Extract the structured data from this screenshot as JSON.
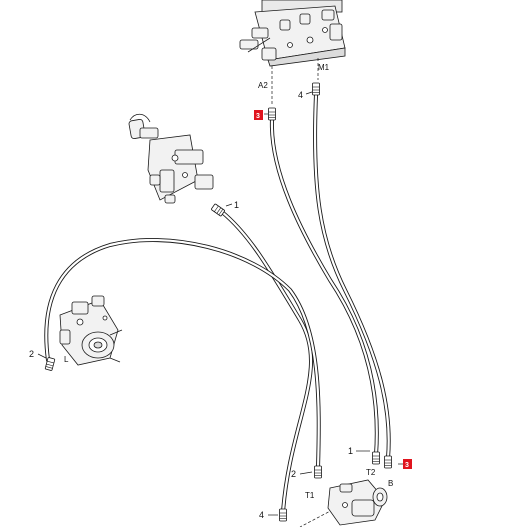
{
  "diagram": {
    "port_labels": {
      "a2": "A2",
      "m1": "M1",
      "l": "L",
      "t1": "T1",
      "t2": "T2",
      "b": "B"
    },
    "callouts": {
      "hose_4_top": "4",
      "hose_1_mid": "1",
      "hose_2_left": "2",
      "hose_1_right": "1",
      "hose_2_bottom": "2",
      "hose_4_bottom": "4"
    },
    "highlight_badges": {
      "top_left": "3",
      "bottom_right": "3"
    },
    "colors": {
      "line": "#1a1a1a",
      "hose_fill": "#ffffff",
      "badge": "#e0141e",
      "component_fill": "#f2f2f2"
    }
  }
}
